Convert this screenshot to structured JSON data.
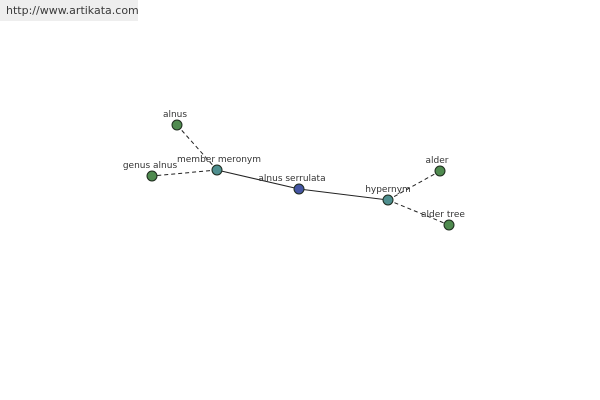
{
  "banner": {
    "url": "http://www.artikata.com"
  },
  "colors": {
    "leaf": "#4f8a4f",
    "relation": "#4f8f8f",
    "center": "#4455a3"
  },
  "graph": {
    "nodes": [
      {
        "id": "alnus-serrulata",
        "label": "alnus serrulata",
        "kind": "center"
      },
      {
        "id": "member-meronym",
        "label": "member meronym",
        "kind": "relation"
      },
      {
        "id": "hypernym",
        "label": "hypernym",
        "kind": "relation"
      },
      {
        "id": "alnus",
        "label": "alnus",
        "kind": "leaf"
      },
      {
        "id": "genus-alnus",
        "label": "genus alnus",
        "kind": "leaf"
      },
      {
        "id": "alder",
        "label": "alder",
        "kind": "leaf"
      },
      {
        "id": "alder-tree",
        "label": "alder tree",
        "kind": "leaf"
      }
    ],
    "edges": [
      {
        "from": "alnus-serrulata",
        "to": "member-meronym",
        "style": "solid"
      },
      {
        "from": "alnus-serrulata",
        "to": "hypernym",
        "style": "solid"
      },
      {
        "from": "member-meronym",
        "to": "alnus",
        "style": "dashed"
      },
      {
        "from": "member-meronym",
        "to": "genus-alnus",
        "style": "dashed"
      },
      {
        "from": "hypernym",
        "to": "alder",
        "style": "dashed"
      },
      {
        "from": "hypernym",
        "to": "alder-tree",
        "style": "dashed"
      }
    ]
  }
}
